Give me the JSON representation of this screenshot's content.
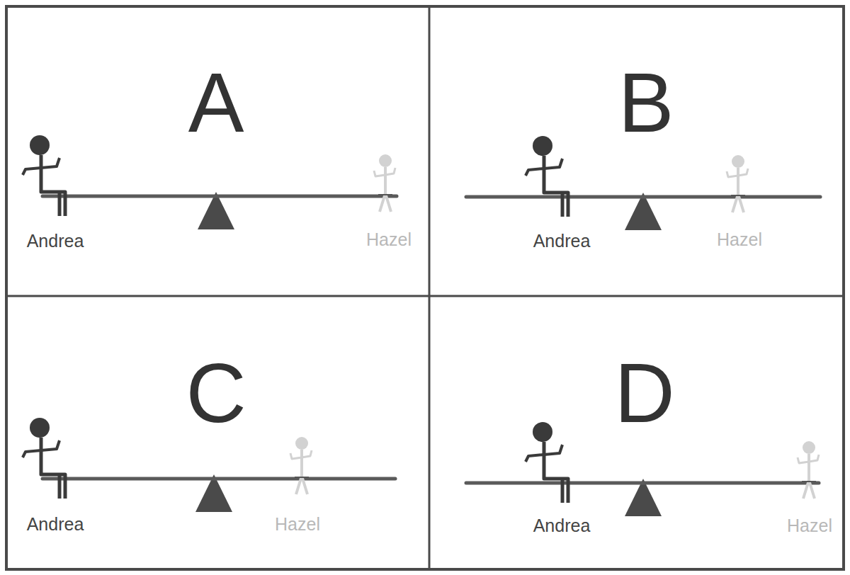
{
  "diagram": {
    "nodes": [
      {
        "text": [
          "A",
          "Andrea",
          "Hazel"
        ]
      },
      {
        "text": [
          "B",
          "Andrea",
          "Hazel"
        ]
      },
      {
        "text": [
          "C",
          "Andrea",
          "Hazel"
        ]
      },
      {
        "text": [
          "D",
          "Andrea",
          "Hazel"
        ]
      }
    ]
  }
}
